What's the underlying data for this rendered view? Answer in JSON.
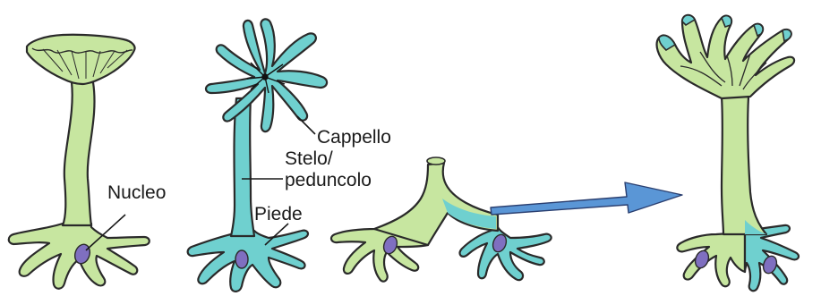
{
  "colors": {
    "green": "#c7e6a0",
    "cyan": "#6fd0cf",
    "nucleus": "#7f6fc0",
    "arrow": "#5a96d6",
    "outline": "#2a2a2a"
  },
  "labels": {
    "cap": "Cappello",
    "stalk_line1": "Stelo/",
    "stalk_line2": "peduncolo",
    "nucleus": "Nucleo",
    "foot": "Piede"
  }
}
